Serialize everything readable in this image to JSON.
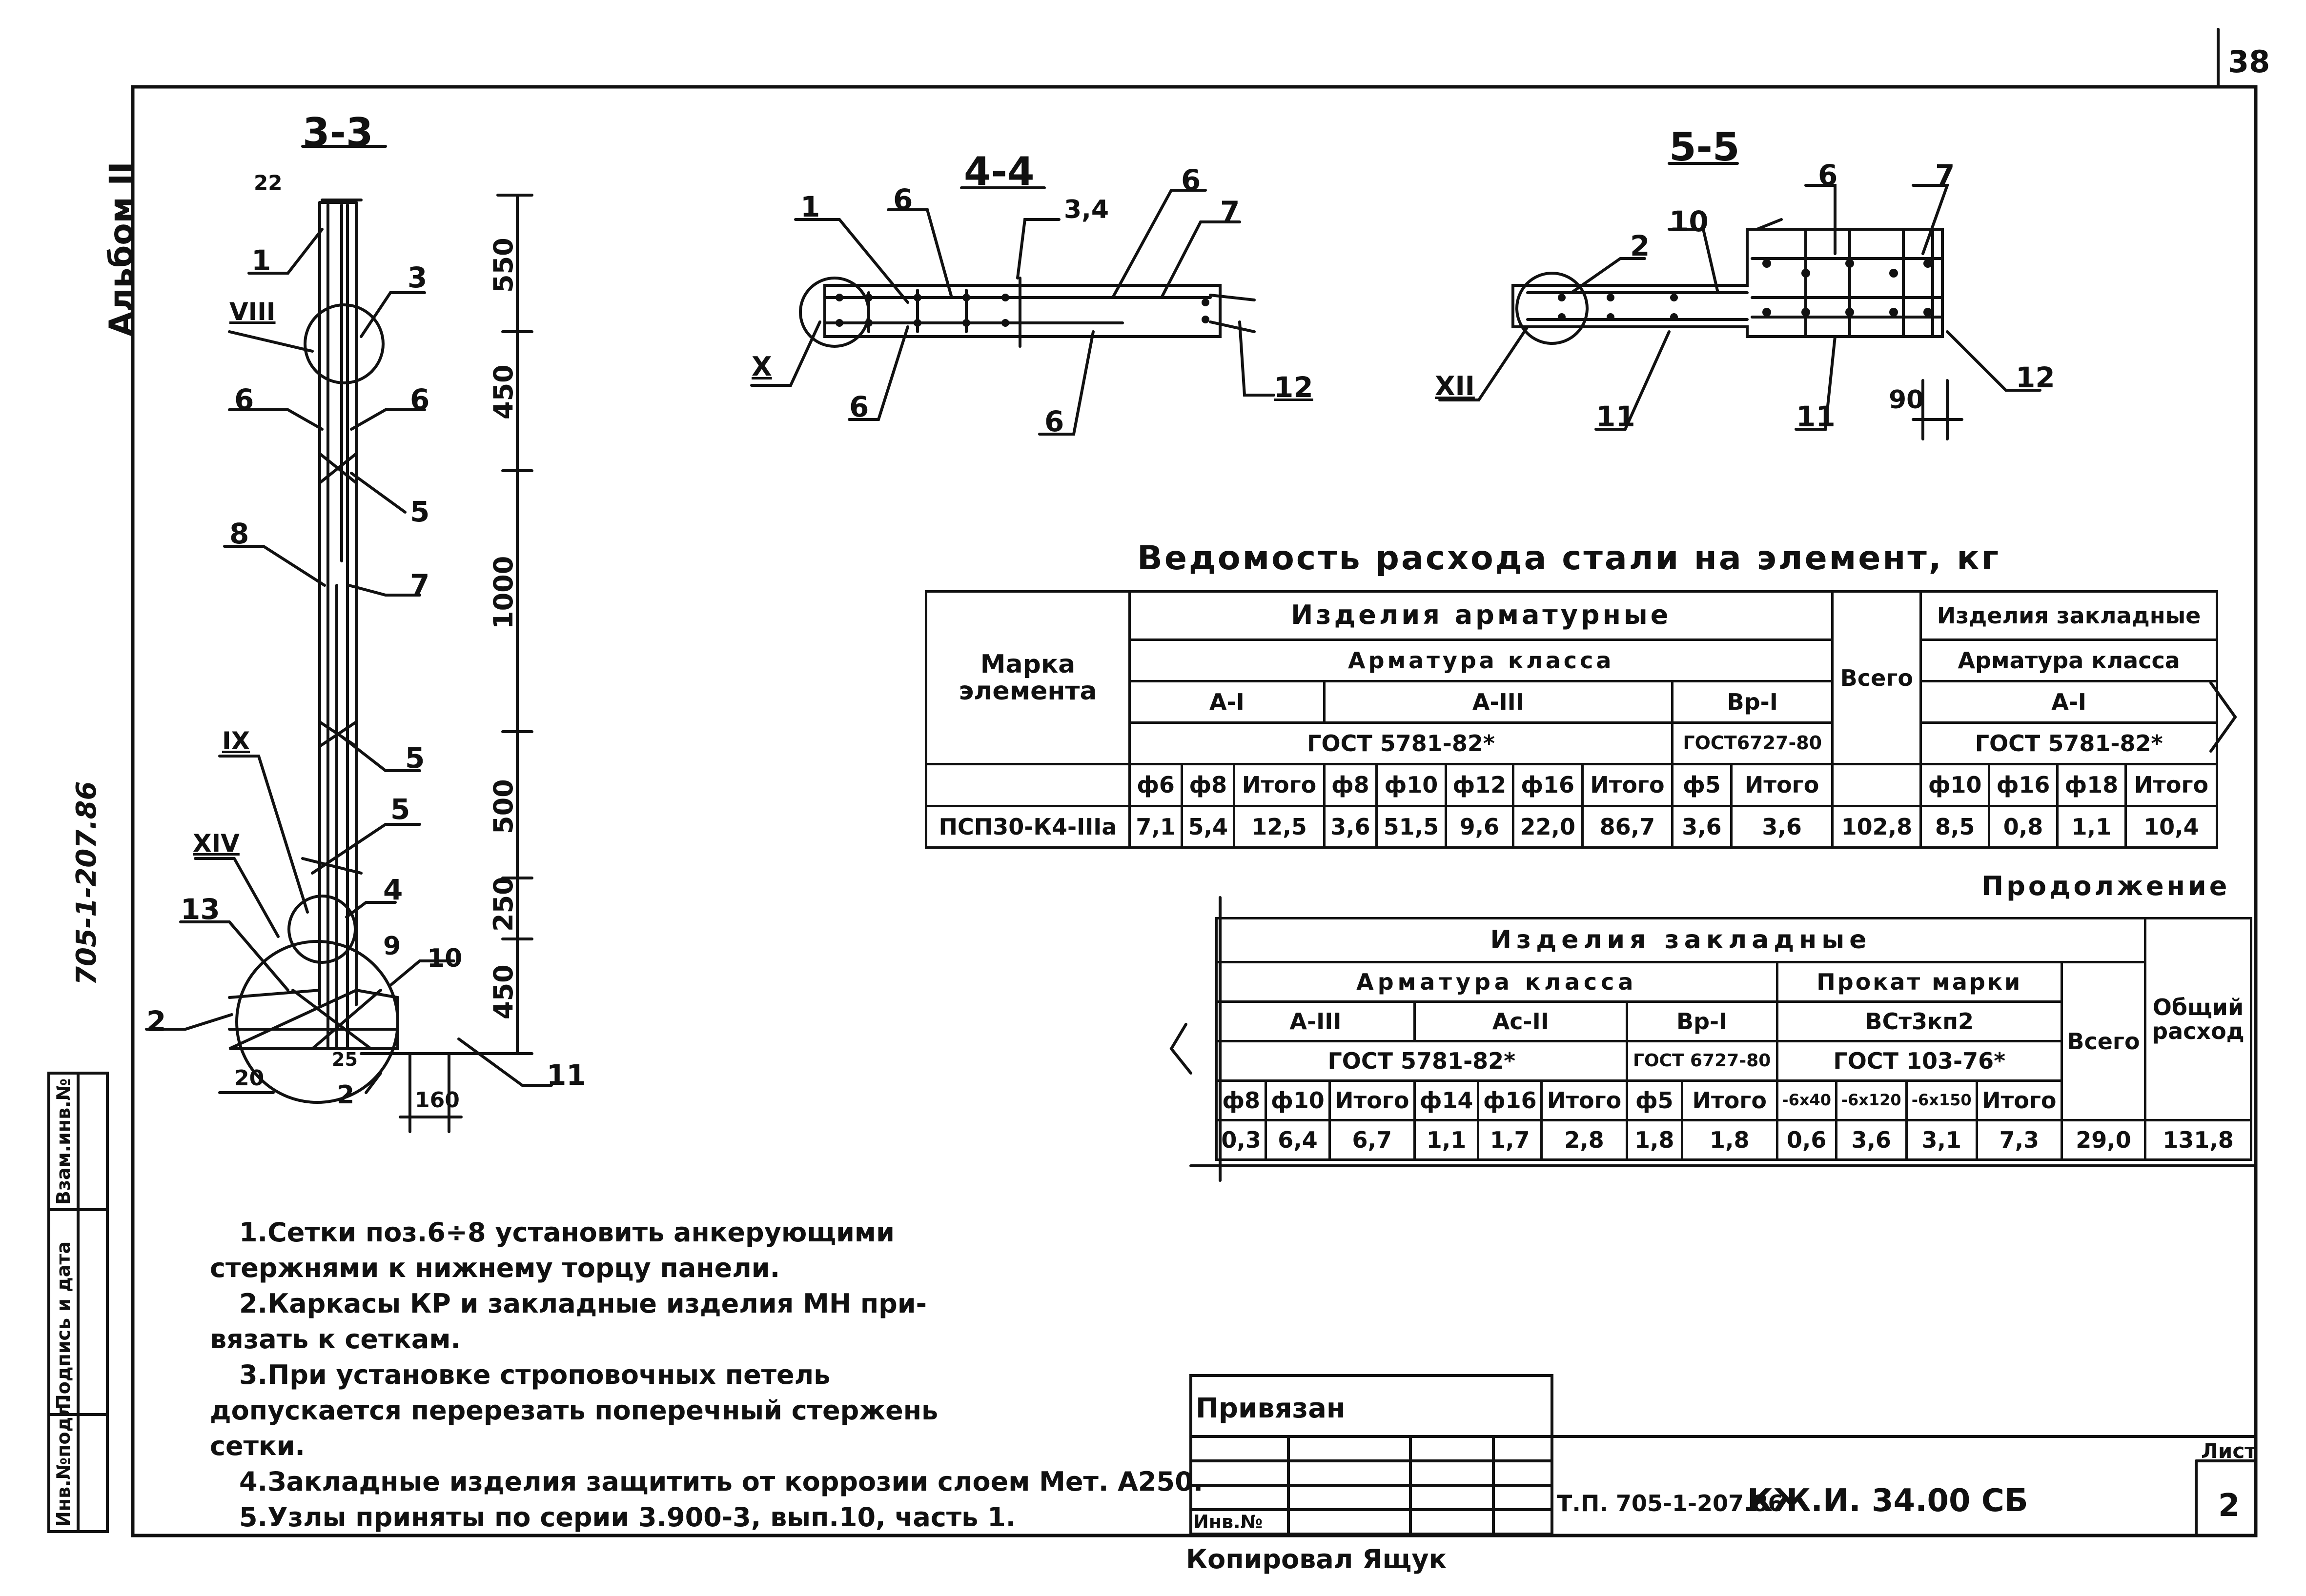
{
  "sheet_number_top": "38",
  "album": "Альбом II",
  "doc_code_side": "705-1-207.86",
  "side_stamp": [
    "Инв.№подл.",
    "Подпись и дата",
    "Взам.инв.№"
  ],
  "sections": {
    "s33": "3-3",
    "s44": "4-4",
    "s55": "5-5"
  },
  "marks": {
    "m1": "1",
    "m2": "2",
    "m3": "3",
    "m4": "4",
    "m5": "5",
    "m6": "6",
    "m7": "7",
    "m8": "8",
    "m9": "9",
    "m10": "10",
    "m11": "11",
    "m12": "12",
    "m13": "13",
    "m34": "3,4",
    "VIII": "VIII",
    "IX": "IX",
    "X": "X",
    "XII": "XII",
    "XIV": "XIV"
  },
  "dims": {
    "d550": "550",
    "d450a": "450",
    "d1000": "1000",
    "d500": "500",
    "d250": "250",
    "d450b": "450",
    "d20": "20",
    "d25": "25",
    "d160": "160",
    "d22": "22",
    "d90": "90"
  },
  "table_title": "Ведомость расхода стали на элемент, кг",
  "t1": {
    "mark_header": "Марка элемента",
    "armatur": "Изделия арматурные",
    "zaklad": "Изделия закладные",
    "klass1": "Арматура класса",
    "klass2": "Арматура класса",
    "a1": "А-I",
    "a3": "А-III",
    "bp1": "Вр-I",
    "vsego": "Всего",
    "a1z": "А-I",
    "gost1": "ГОСТ 5781-82*",
    "gost2": "ГОСТ6727-80",
    "gost3": "ГОСТ 5781-82*",
    "cols": [
      "ф6",
      "ф8",
      "Итого",
      "ф8",
      "ф10",
      "ф12",
      "ф16",
      "Итого",
      "ф5",
      "Итого",
      "ф10",
      "ф16",
      "ф18",
      "Итого"
    ],
    "row_mark": "ПСП30-К4-IIIа",
    "row": [
      "7,1",
      "5,4",
      "12,5",
      "3,6",
      "51,5",
      "9,6",
      "22,0",
      "86,7",
      "3,6",
      "3,6",
      "102,8",
      "8,5",
      "0,8",
      "1,1",
      "10,4"
    ]
  },
  "continuation": "Продолжение",
  "t2": {
    "zaklad": "Изделия закладные",
    "klass": "Арматура класса",
    "prokat": "Прокат марки",
    "a3": "А-III",
    "ac2": "Ас-II",
    "bp1": "Вр-I",
    "vst": "ВСт3кп2",
    "vsego": "Всего",
    "obshiy": "Общий расход",
    "gost1": "ГОСТ 5781-82*",
    "gost2": "ГОСТ 6727-80",
    "gost3": "ГОСТ 103-76*",
    "cols": [
      "ф8",
      "ф10",
      "Итого",
      "ф14",
      "ф16",
      "Итого",
      "ф5",
      "Итого",
      "-6х40",
      "-6х120",
      "-6х150",
      "Итого"
    ],
    "row": [
      "0,3",
      "6,4",
      "6,7",
      "1,1",
      "1,7",
      "2,8",
      "1,8",
      "1,8",
      "0,6",
      "3,6",
      "3,1",
      "7,3",
      "29,0",
      "131,8"
    ]
  },
  "notes": [
    "1.Сетки поз.6÷8 установить анкерующими",
    "стержнями к нижнему торцу панели.",
    "2.Каркасы КР и закладные изделия МН при-",
    "вязать к сеткам.",
    "3.При установке строповочных петель",
    "допускается перерезать поперечный стержень",
    "сетки.",
    "4.Закладные изделия защитить от коррозии слоем Мет. А250.",
    "5.Узлы приняты по серии 3.900-3, вып.10, часть 1."
  ],
  "stamp": {
    "privyazan": "Привязан",
    "inv": "Инв.№",
    "doc": "Т.П. 705-1-207.86",
    "code": "КЖ.И. 34.00 СБ",
    "list_label": "Лист",
    "list_no": "2"
  },
  "copied": "Копировал Ящук"
}
